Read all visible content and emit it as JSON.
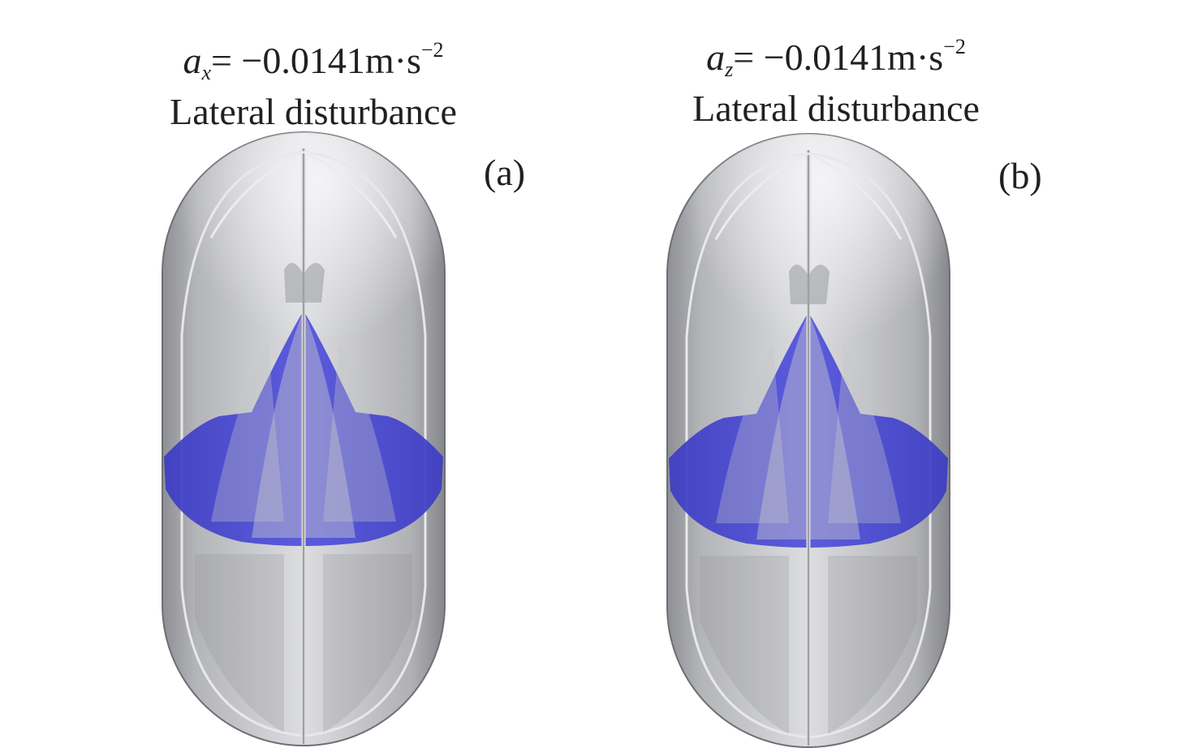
{
  "panels": [
    {
      "label": "(a)",
      "equation": {
        "symbol": "a",
        "subscript": "x",
        "rhs": "= −0.0141m·s",
        "exponent": "−2"
      },
      "caption": "Lateral disturbance"
    },
    {
      "label": "(b)",
      "equation": {
        "symbol": "a",
        "subscript": "z",
        "rhs": "= −0.0141m·s",
        "exponent": "−2"
      },
      "caption": "Lateral disturbance"
    }
  ],
  "colors": {
    "liquid": "#4a4ad0",
    "tank": "#a9aaae"
  }
}
